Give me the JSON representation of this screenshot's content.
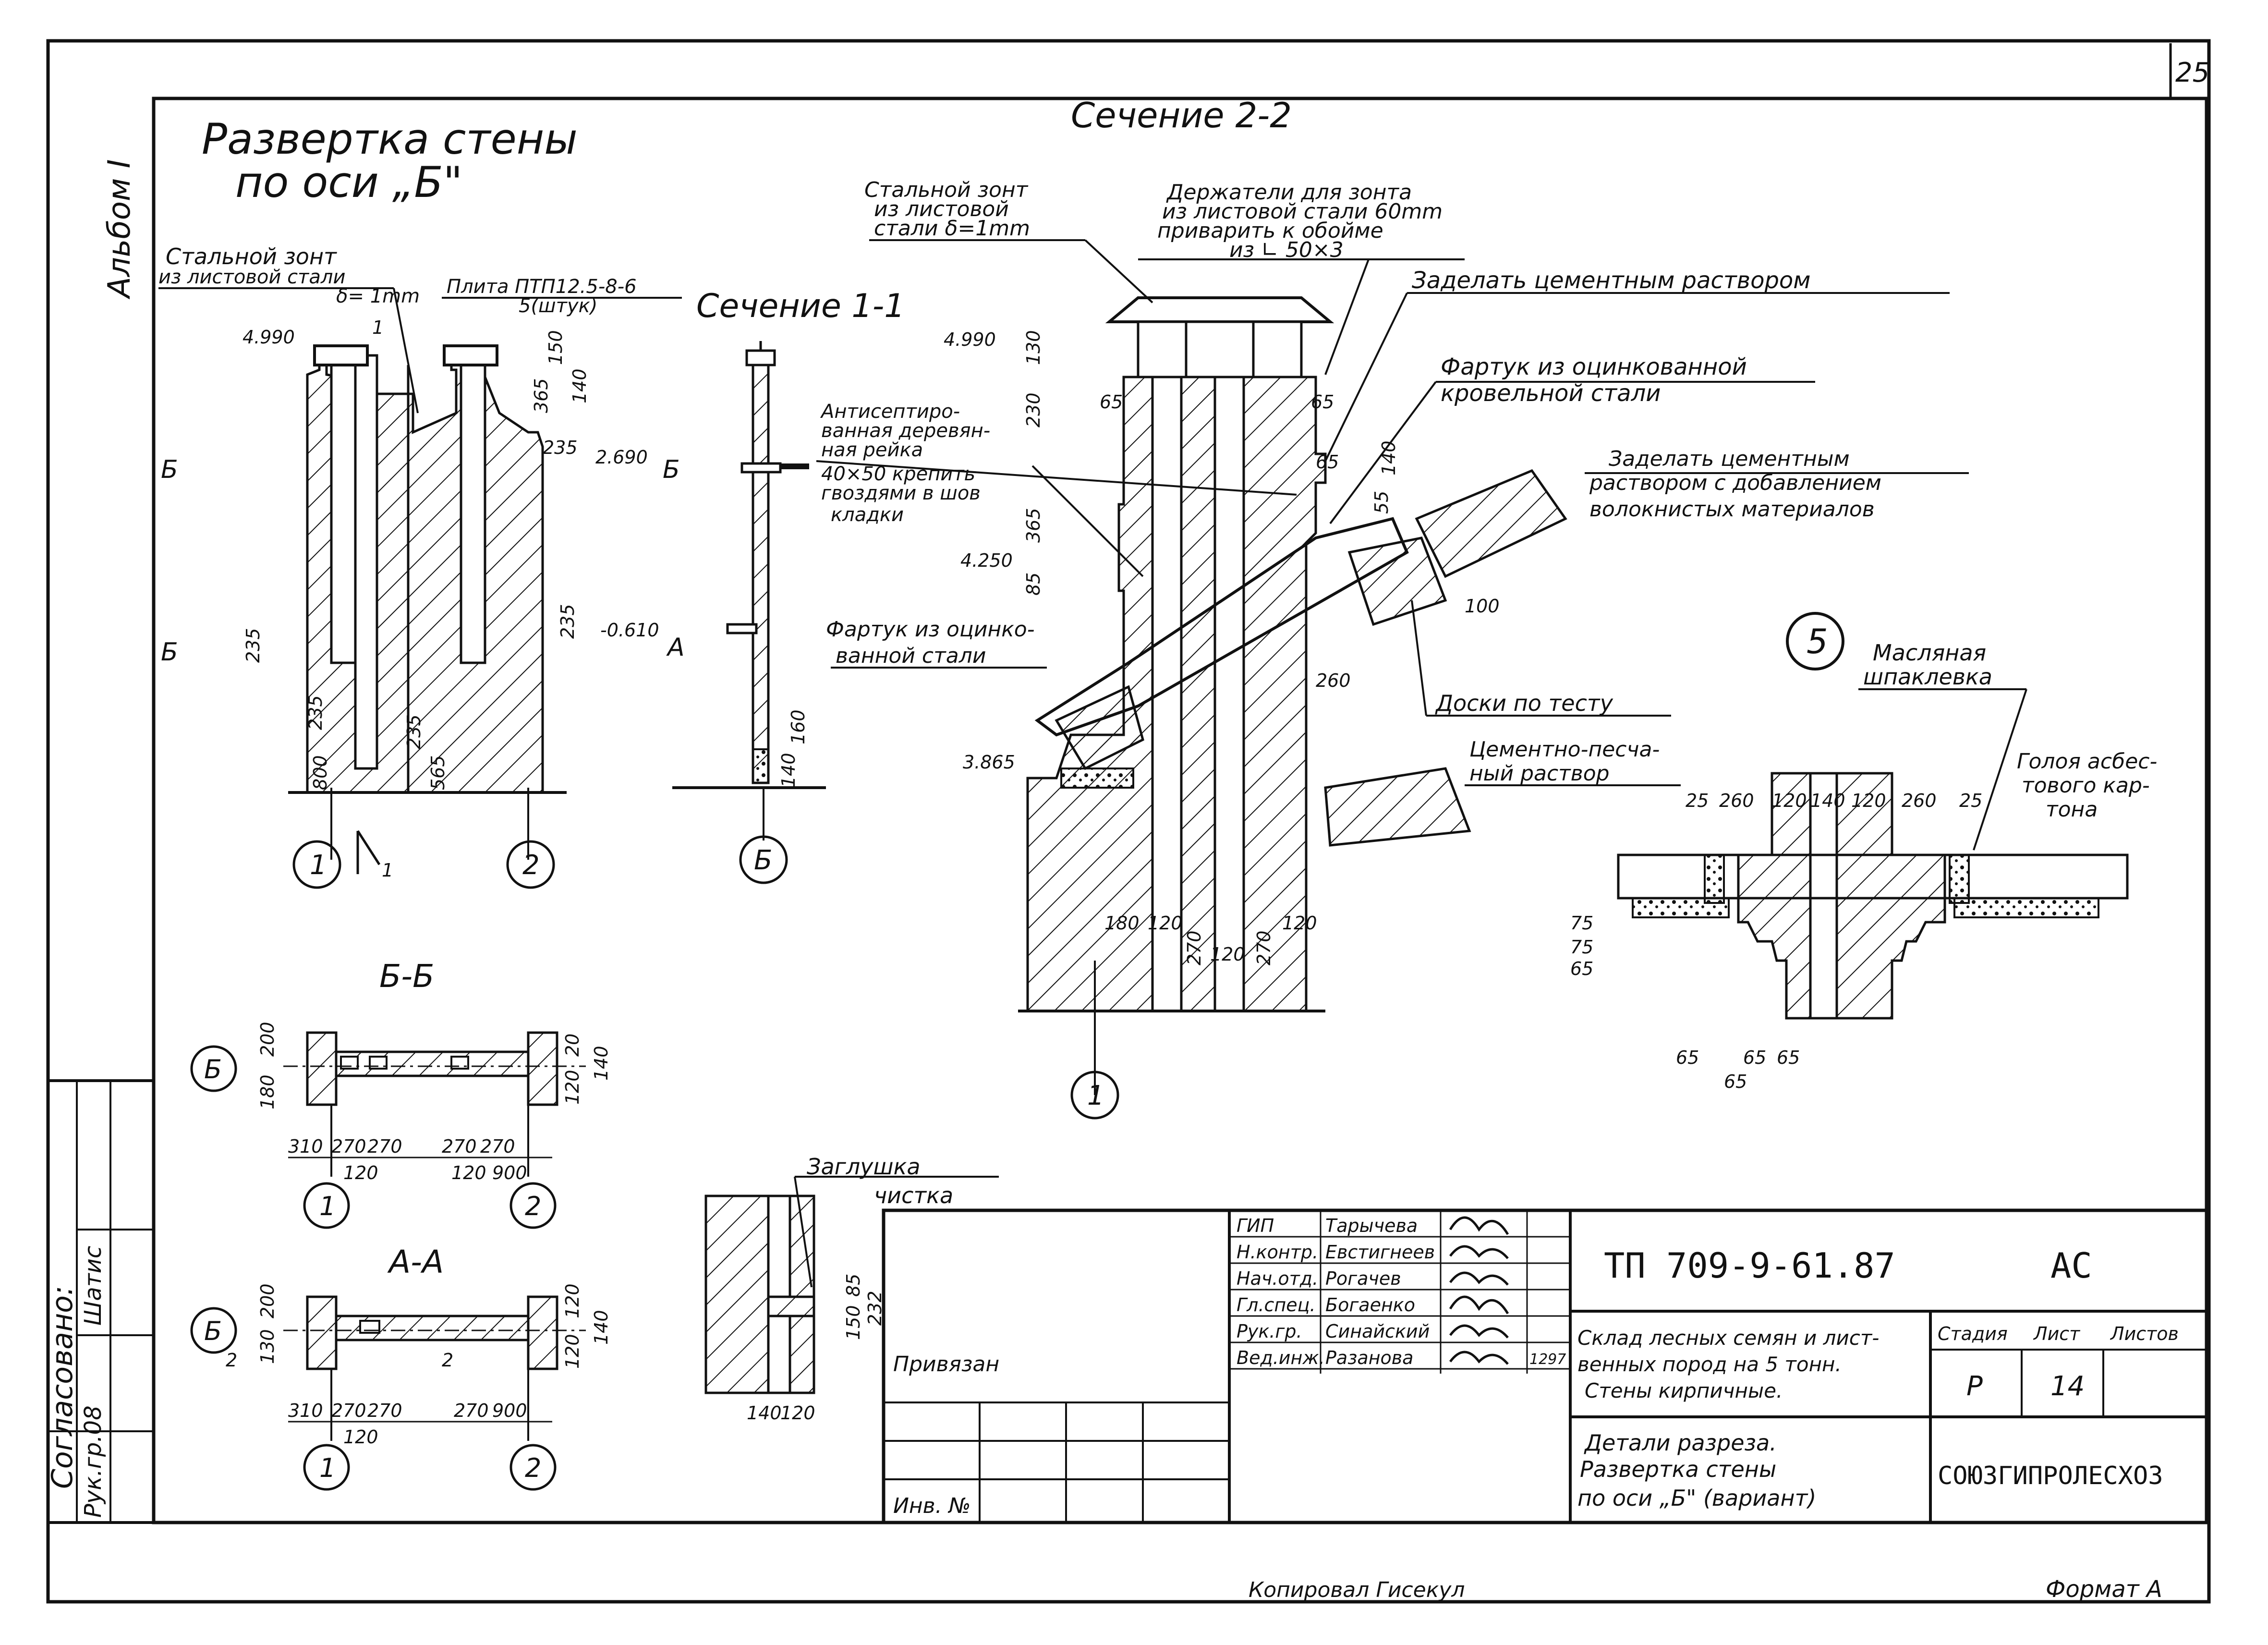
{
  "sheet": {
    "page_number": "25",
    "album": "Альбом I",
    "approved_label": "Согласовано:",
    "approved_rows": [
      "Шатис",
      "Рук.гр.08"
    ],
    "bottom_center": "Копировал Гисекул",
    "bottom_right": "Формат А"
  },
  "titles": {
    "main": "Развертка стены",
    "main_sub": "по оси „Б\"",
    "section_22": "Сечение 2-2",
    "section_11": "Сечение 1-1",
    "section_bb": "Б-Б",
    "section_aa": "А-А"
  },
  "notes": {
    "steel_umbrella": [
      "Стальной зонт",
      "из листовой стали",
      "δ= 1mm"
    ],
    "plate": [
      "Плита ПТП12.5-8-6",
      "5(штук)"
    ],
    "steel_umbrella_22": [
      "Стальной зонт",
      "из листовой",
      "стали δ=1mm"
    ],
    "holders": [
      "Держатели для зонта",
      "из листовой стали 60mm",
      "приварить к обойме",
      "из ∟ 50×3"
    ],
    "cement_seal": "Заделать цементным раствором",
    "apron_galv": [
      "Фартук из оцинкованной",
      "кровельной стали"
    ],
    "cement_fiber": [
      "Заделать цементным",
      "раствором с добавлением",
      "волокнистых материалов"
    ],
    "wood_lath": [
      "Антисептиро-",
      "ванная деревян-",
      "ная рейка",
      "40×50 крепить",
      "гвоздями в шов",
      "кладки"
    ],
    "apron_galv2": [
      "Фартук из оцинко-",
      "ванной стали"
    ],
    "boards": "Доски по тесту",
    "cement_sand": [
      "Цементно-песча-",
      "ный раствор"
    ],
    "oil_putty": [
      "Масляная",
      "шпаклевка"
    ],
    "asbestos": [
      "Голоя асбес-",
      "тового кар-",
      "тона"
    ],
    "plug": [
      "Заглушка",
      "чистка"
    ]
  },
  "levels": {
    "l4990a": "4.990",
    "l2690": "2.690",
    "l0610": "-0.610",
    "l4990b": "4.990",
    "l4250": "4.250",
    "l3865": "3.865"
  },
  "dims": {
    "d150": "150",
    "d140": "140",
    "d365": "365",
    "d235": "235",
    "d800": "800",
    "d565": "565",
    "d1": "1",
    "d160": "160",
    "d130": "130",
    "d230": "230",
    "d65": "65",
    "d85": "85",
    "d55": "55",
    "d100": "100",
    "d260": "260",
    "d180": "180",
    "d120": "120",
    "d270": "270",
    "d25": "25",
    "d75": "75",
    "d200": "200",
    "d310": "310",
    "d900": "900",
    "d2": "2",
    "d20": "20",
    "d232": "232"
  },
  "axes": {
    "a1": "1",
    "a2": "2",
    "aB": "Б",
    "aA": "А",
    "a5": "5"
  },
  "stamp": {
    "code": "ТП 709-9-61.87",
    "mark": "АС",
    "attached": "Привязан",
    "inv": "Инв. №",
    "roles": [
      "ГИП",
      "Н.контр.",
      "Нач.отд.",
      "Гл.спец.",
      "Рук.гр.",
      "Вед.инж."
    ],
    "names": [
      "Тарычева",
      "Евстигнеев",
      "Рогачев",
      "Богаенко",
      "Синайский",
      "Разанова"
    ],
    "sheet_code": "1297",
    "project_title": [
      "Склад лесных семян и лист-",
      "венных пород на 5 тонн.",
      "Стены кирпичные."
    ],
    "drawing_title": [
      "Детали разреза.",
      "Развертка стены",
      "по оси „Б\" (вариант)"
    ],
    "head_stage": "Стадия",
    "head_sheet": "Лист",
    "head_sheets": "Листов",
    "stage": "Р",
    "sheet_no": "14",
    "org": "СОЮЗГИПРОЛЕСХОЗ"
  }
}
